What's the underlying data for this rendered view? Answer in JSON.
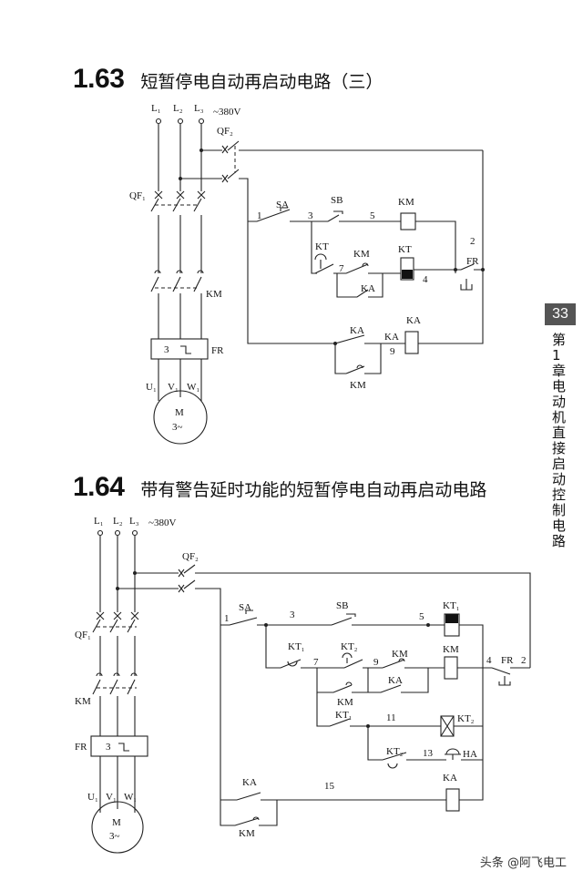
{
  "sections": [
    {
      "number": "1.63",
      "title": "短暂停电自动再启动电路（三）"
    },
    {
      "number": "1.64",
      "title": "带有警告延时功能的短暂停电自动再启动电路"
    }
  ],
  "side": {
    "page": "33",
    "chapter": "第1章 电动机直接启动控制电路"
  },
  "watermark": "头条 @阿飞电工",
  "d1": {
    "L1": "L₁",
    "L2": "L₂",
    "L3": "L₃",
    "volt": "~380V",
    "QF2": "QF₂",
    "QF1": "QF₁",
    "KM_main": "KM",
    "FR_box": "3",
    "FR": "FR",
    "U1": "U₁",
    "V1": "V₁",
    "W1": "W₁",
    "motor": "M",
    "motor2": "3~",
    "n1": "1",
    "SA": "SA",
    "n3": "3",
    "SB": "SB",
    "n5": "5",
    "KM_coil": "KM",
    "n2": "2",
    "KT": "KT",
    "KM_c": "KM",
    "n7": "7",
    "KT_coil": "KT",
    "n4": "4",
    "FR_c": "FR",
    "KA_c": "KA",
    "KA_top": "KA",
    "KA_coil": "KA",
    "n9": "9",
    "KM_bot": "KM"
  },
  "d2": {
    "L1": "L₁",
    "L2": "L₂",
    "L3": "L₃",
    "volt": "~380V",
    "QF2": "QF₂",
    "QF1": "QF₁",
    "KM_main": "KM",
    "FR": "FR",
    "FR_box": "3",
    "U1": "U₁",
    "V1": "V₁",
    "W1": "W₁",
    "motor": "M",
    "motor2": "3~",
    "n1": "1",
    "SA": "SA",
    "n3": "3",
    "SB": "SB",
    "n5": "5",
    "KT1_coil": "KT₁",
    "KT1": "KT₁",
    "KT2": "KT₂",
    "n7": "7",
    "n9": "9",
    "KM_c": "KM",
    "KM_coil": "KM",
    "n4": "4",
    "FR_c": "FR",
    "n2": "2",
    "KM_c2": "KM",
    "KA_c": "KA",
    "KT1b": "KT₁",
    "n11": "11",
    "KT2_coil": "KT₂",
    "KT2b": "KT₂",
    "n13": "13",
    "HA": "HA",
    "KA_top": "KA",
    "n15": "15",
    "KA_coil": "KA",
    "KM_bot": "KM"
  }
}
